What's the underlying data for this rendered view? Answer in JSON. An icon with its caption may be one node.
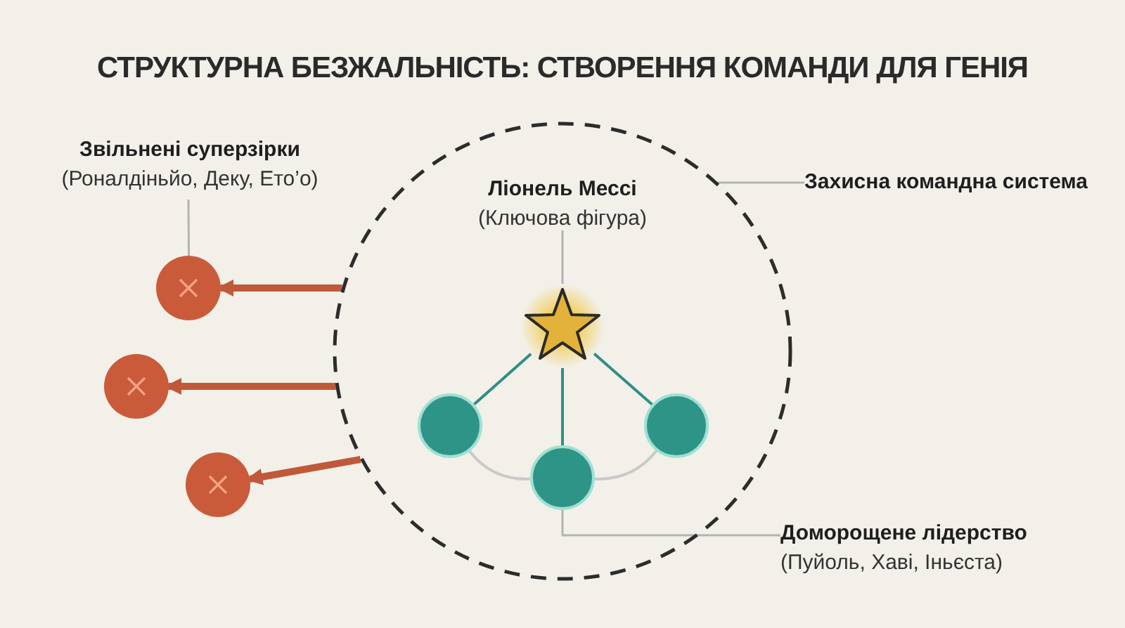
{
  "diagram": {
    "title": "СТРУКТУРНА БЕЗЖАЛЬНІСТЬ: СТВОРЕННЯ КОМАНДИ ДЛЯ ГЕНІЯ",
    "nodes": [
      {
        "text": [],
        "shape": "circle"
      },
      {
        "text": [
          "Захисна командна система"
        ]
      },
      {
        "text": [
          "Звільнені суперзірки",
          "(Роналдіньйо, Деку, Ето’о)"
        ]
      },
      {
        "text": [],
        "shape": "circle"
      },
      {
        "text": [],
        "shape": "circle"
      },
      {
        "text": [],
        "shape": "circle"
      },
      {
        "text": [
          "Ліонель Мессі",
          "(Ключова фігура)"
        ],
        "in": 0
      },
      {
        "text": [],
        "shape": "star",
        "in": 0
      },
      {
        "text": [],
        "shape": "circle",
        "in": 0
      },
      {
        "text": [],
        "shape": "circle",
        "in": 0
      },
      {
        "text": [],
        "shape": "circle",
        "in": 0
      },
      {
        "text": [
          "Доморощене лідерство",
          "(Пуйоль, Хаві, Іньєста)"
        ]
      }
    ],
    "edges": [
      {
        "from": 0,
        "to": 3,
        "arrow": "to",
        "style": "thick",
        "color": "#c0583a"
      },
      {
        "from": 0,
        "to": 4,
        "arrow": "to",
        "style": "thick",
        "color": "#c0583a"
      },
      {
        "from": 0,
        "to": 5,
        "arrow": "to",
        "style": "thick",
        "color": "#c0583a"
      },
      {
        "from": 1,
        "to": 0,
        "arrow": "none"
      },
      {
        "from": 2,
        "to": 3,
        "arrow": "none"
      },
      {
        "from": 6,
        "to": 7,
        "arrow": "none"
      },
      {
        "from": 7,
        "to": 8,
        "arrow": "none",
        "color": "#2f8f83"
      },
      {
        "from": 7,
        "to": 9,
        "arrow": "none",
        "color": "#2f8f83"
      },
      {
        "from": 7,
        "to": 10,
        "arrow": "none",
        "color": "#2f8f83"
      },
      {
        "from": 8,
        "to": 9,
        "arrow": "none"
      },
      {
        "from": 9,
        "to": 10,
        "arrow": "none"
      },
      {
        "from": 11,
        "to": 9,
        "arrow": "none"
      }
    ]
  }
}
